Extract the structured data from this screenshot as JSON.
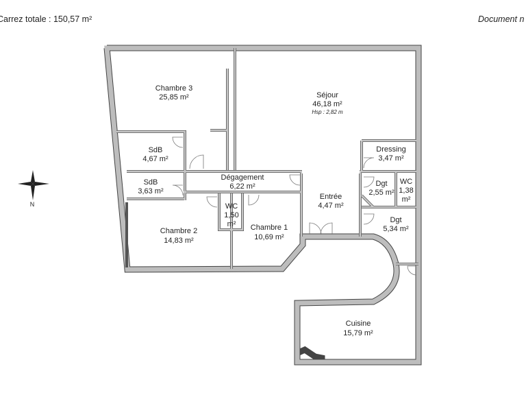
{
  "header": {
    "surface_total": "Carrez totale :  150,57 m²",
    "document_note": "Document n"
  },
  "compass": {
    "north_label": "N"
  },
  "rooms": [
    {
      "name": "Chambre 3",
      "area": "25,85 m²"
    },
    {
      "name": "Séjour",
      "area": "46,18 m²",
      "note": "Hsp : 2,82 m"
    },
    {
      "name": "SdB",
      "area": "4,67 m²"
    },
    {
      "name": "Dressing",
      "area": "3,47 m²"
    },
    {
      "name": "SdB",
      "area": "3,63 m²"
    },
    {
      "name": "Dégagement",
      "area": "6,22 m²"
    },
    {
      "name": "Entrée",
      "area": "4,47 m²"
    },
    {
      "name": "Dgt",
      "area": "2,55 m²"
    },
    {
      "name": "WC",
      "area": "1,38",
      "area_unit": "m²"
    },
    {
      "name": "WC",
      "area": "1,50",
      "area_unit": "m²"
    },
    {
      "name": "Chambre 2",
      "area": "14,83 m²"
    },
    {
      "name": "Chambre 1",
      "area": "10,69 m²"
    },
    {
      "name": "Dgt",
      "area": "5,34 m²"
    },
    {
      "name": "Cuisine",
      "area": "15,79 m²"
    }
  ],
  "colors": {
    "wall_fill": "#bdbdbd",
    "wall_outline": "#444444"
  }
}
